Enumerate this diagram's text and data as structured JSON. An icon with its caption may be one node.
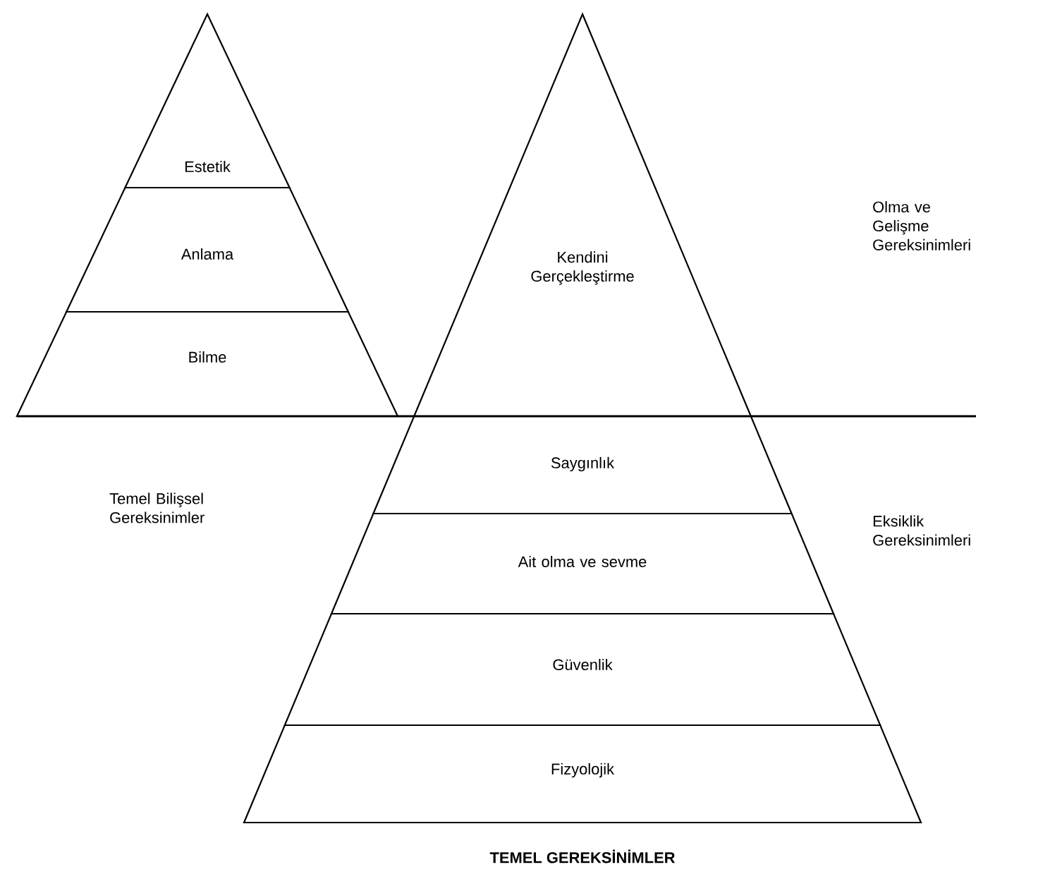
{
  "diagram": {
    "caption": "TEMEL GEREKSİNİMLER",
    "nodes": [
      {
        "text": [
          "Estetik"
        ]
      },
      {
        "text": [
          "Anlama"
        ]
      },
      {
        "text": [
          "Bilme"
        ]
      },
      {
        "text": [
          "Kendini Gerçekleştirme"
        ]
      },
      {
        "text": [
          "Saygınlık"
        ]
      },
      {
        "text": [
          "Ait olma ve sevme"
        ]
      },
      {
        "text": [
          "Güvenlik"
        ]
      },
      {
        "text": [
          "Fizyolojik"
        ]
      }
    ],
    "labels": [
      "Olma ve Gelişme Gereksinimleri",
      "Temel Bilişsel Gereksinimler",
      "Eksiklik Gereksinimleri"
    ]
  }
}
